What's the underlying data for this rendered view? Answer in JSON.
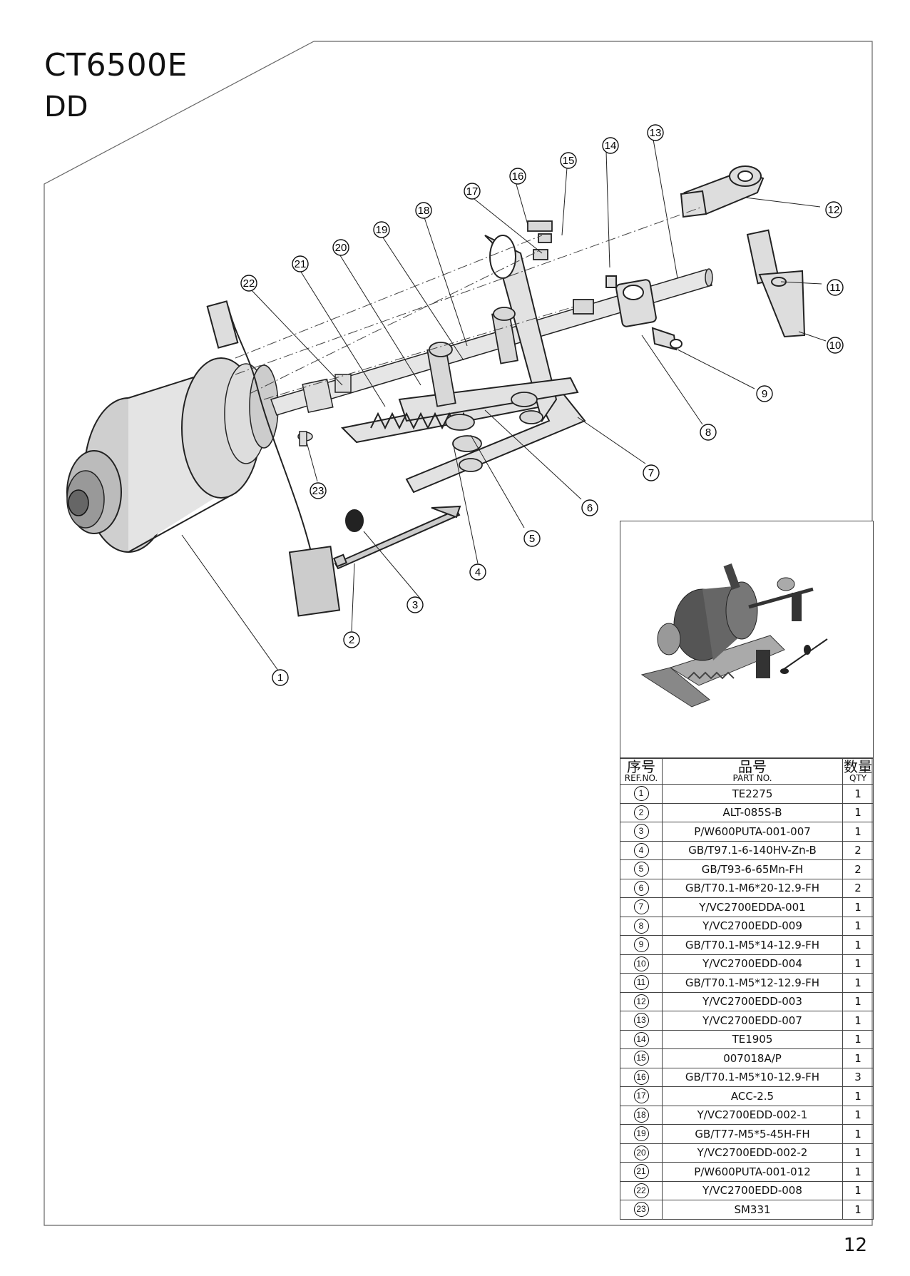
{
  "page": {
    "title": "CT6500E",
    "subtitle": "DD",
    "page_number": "12"
  },
  "callouts": [
    "1",
    "2",
    "3",
    "4",
    "5",
    "6",
    "7",
    "8",
    "9",
    "10",
    "11",
    "12",
    "13",
    "14",
    "15",
    "16",
    "17",
    "18",
    "19",
    "20",
    "21",
    "22",
    "23"
  ],
  "table": {
    "headers": {
      "ref_cn": "序号",
      "ref_en": "REF.NO.",
      "part_cn": "品号",
      "part_en": "PART NO.",
      "qty_cn": "数量",
      "qty_en": "QTY"
    },
    "rows": [
      {
        "ref": "1",
        "part": "TE2275",
        "qty": "1"
      },
      {
        "ref": "2",
        "part": "ALT-085S-B",
        "qty": "1"
      },
      {
        "ref": "3",
        "part": "P/W600PUTA-001-007",
        "qty": "1"
      },
      {
        "ref": "4",
        "part": "GB/T97.1-6-140HV-Zn-B",
        "qty": "2"
      },
      {
        "ref": "5",
        "part": "GB/T93-6-65Mn-FH",
        "qty": "2"
      },
      {
        "ref": "6",
        "part": "GB/T70.1-M6*20-12.9-FH",
        "qty": "2"
      },
      {
        "ref": "7",
        "part": "Y/VC2700EDDA-001",
        "qty": "1"
      },
      {
        "ref": "8",
        "part": "Y/VC2700EDD-009",
        "qty": "1"
      },
      {
        "ref": "9",
        "part": "GB/T70.1-M5*14-12.9-FH",
        "qty": "1"
      },
      {
        "ref": "10",
        "part": "Y/VC2700EDD-004",
        "qty": "1"
      },
      {
        "ref": "11",
        "part": "GB/T70.1-M5*12-12.9-FH",
        "qty": "1"
      },
      {
        "ref": "12",
        "part": "Y/VC2700EDD-003",
        "qty": "1"
      },
      {
        "ref": "13",
        "part": "Y/VC2700EDD-007",
        "qty": "1"
      },
      {
        "ref": "14",
        "part": "TE1905",
        "qty": "1"
      },
      {
        "ref": "15",
        "part": "007018A/P",
        "qty": "1"
      },
      {
        "ref": "16",
        "part": "GB/T70.1-M5*10-12.9-FH",
        "qty": "3"
      },
      {
        "ref": "17",
        "part": "ACC-2.5",
        "qty": "1"
      },
      {
        "ref": "18",
        "part": "Y/VC2700EDD-002-1",
        "qty": "1"
      },
      {
        "ref": "19",
        "part": "GB/T77-M5*5-45H-FH",
        "qty": "1"
      },
      {
        "ref": "20",
        "part": "Y/VC2700EDD-002-2",
        "qty": "1"
      },
      {
        "ref": "21",
        "part": "P/W600PUTA-001-012",
        "qty": "1"
      },
      {
        "ref": "22",
        "part": "Y/VC2700EDD-008",
        "qty": "1"
      },
      {
        "ref": "23",
        "part": "SM331",
        "qty": "1"
      }
    ]
  }
}
